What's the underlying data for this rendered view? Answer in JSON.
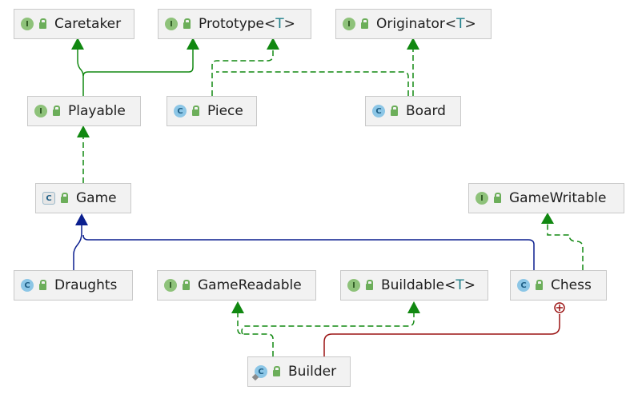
{
  "nodes": {
    "caretaker": {
      "label": "Caretaker",
      "kind": "interface",
      "badge": "I"
    },
    "prototype": {
      "label": "Prototype",
      "param": "T",
      "kind": "interface",
      "badge": "I"
    },
    "originator": {
      "label": "Originator",
      "param": "T",
      "kind": "interface",
      "badge": "I"
    },
    "playable": {
      "label": "Playable",
      "kind": "interface",
      "badge": "I"
    },
    "piece": {
      "label": "Piece",
      "kind": "class",
      "badge": "C"
    },
    "board": {
      "label": "Board",
      "kind": "class",
      "badge": "C"
    },
    "game": {
      "label": "Game",
      "kind": "abstract-class",
      "badge": "C"
    },
    "gamewritable": {
      "label": "GameWritable",
      "kind": "interface",
      "badge": "I"
    },
    "draughts": {
      "label": "Draughts",
      "kind": "class",
      "badge": "C"
    },
    "gamereadable": {
      "label": "GameReadable",
      "kind": "interface",
      "badge": "I"
    },
    "buildable": {
      "label": "Buildable",
      "param": "T",
      "kind": "interface",
      "badge": "I"
    },
    "chess": {
      "label": "Chess",
      "kind": "class",
      "badge": "C"
    },
    "builder": {
      "label": "Builder",
      "kind": "static-nested-class",
      "badge": "C"
    }
  },
  "colors": {
    "implements": "#118811",
    "extends": "#0b1f8f",
    "inner": "#9b1414"
  },
  "edges": [
    {
      "from": "playable",
      "to": "caretaker",
      "relation": "extends-interface"
    },
    {
      "from": "playable",
      "to": "prototype",
      "relation": "extends-interface"
    },
    {
      "from": "piece",
      "to": "prototype",
      "relation": "implements"
    },
    {
      "from": "board",
      "to": "prototype",
      "relation": "implements"
    },
    {
      "from": "board",
      "to": "originator",
      "relation": "implements"
    },
    {
      "from": "game",
      "to": "playable",
      "relation": "implements"
    },
    {
      "from": "draughts",
      "to": "game",
      "relation": "extends"
    },
    {
      "from": "chess",
      "to": "game",
      "relation": "extends"
    },
    {
      "from": "chess",
      "to": "gamewritable",
      "relation": "implements"
    },
    {
      "from": "builder",
      "to": "gamereadable",
      "relation": "implements"
    },
    {
      "from": "builder",
      "to": "buildable",
      "relation": "implements"
    },
    {
      "from": "builder",
      "to": "chess",
      "relation": "inner-class-of"
    }
  ]
}
